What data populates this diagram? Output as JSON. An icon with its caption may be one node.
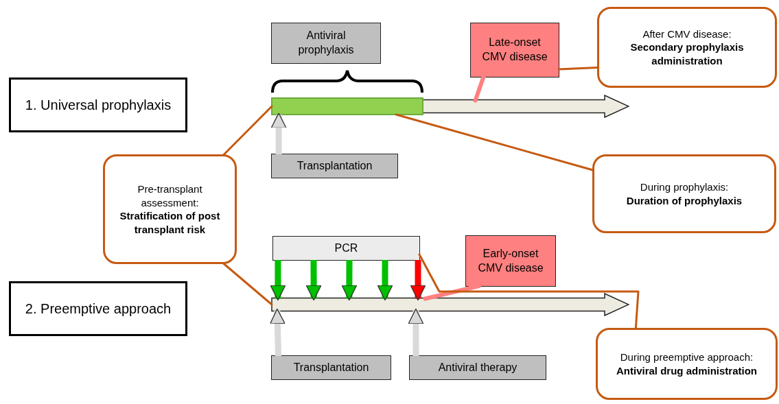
{
  "diagram": {
    "nodes": [
      {
        "text": [
          "Antiviral prophylaxis"
        ]
      },
      {
        "text": [
          "Late-onset CMV disease"
        ]
      },
      {
        "text": [
          "After CMV disease:",
          "Secondary prophylaxis administration"
        ]
      },
      {
        "text": [
          "1. Universal prophylaxis"
        ]
      },
      {
        "text": [],
        "shape": "arrow"
      },
      {
        "text": [],
        "shape": "bar",
        "in": 4
      },
      {
        "text": [
          "Transplantation"
        ]
      },
      {
        "text": [
          "During prophylaxis:",
          "Duration of prophylaxis"
        ]
      },
      {
        "text": [
          "Pre-transplant assessment:",
          "Stratification of post transplant risk"
        ]
      },
      {
        "text": [
          "PCR"
        ]
      },
      {
        "text": [
          "Early-onset CMV disease"
        ]
      },
      {
        "text": [
          "2. Preemptive approach"
        ]
      },
      {
        "text": [],
        "shape": "arrow"
      },
      {
        "text": [
          "During preemptive approach:",
          "Antiviral drug administration"
        ]
      },
      {
        "text": [
          "Transplantation"
        ]
      },
      {
        "text": [
          "Antiviral therapy"
        ]
      }
    ],
    "edges": [
      {
        "from": 2,
        "to": 1,
        "arrow": "none"
      },
      {
        "from": 1,
        "to": 4,
        "arrow": "none",
        "color": "#ff8080"
      },
      {
        "from": 6,
        "to": 5,
        "arrow": "to",
        "color": "#d9d9d9"
      },
      {
        "from": 7,
        "to": 5,
        "arrow": "none"
      },
      {
        "from": 8,
        "to": 5,
        "arrow": "none"
      },
      {
        "from": 8,
        "to": 12,
        "arrow": "none"
      },
      {
        "from": 9,
        "to": 12,
        "arrow": "to",
        "color": "#00c000"
      },
      {
        "from": 9,
        "to": 12,
        "arrow": "to",
        "color": "#00c000"
      },
      {
        "from": 9,
        "to": 12,
        "arrow": "to",
        "color": "#00c000"
      },
      {
        "from": 9,
        "to": 12,
        "arrow": "to",
        "color": "#00c000"
      },
      {
        "from": 9,
        "to": 12,
        "arrow": "to",
        "color": "#ff0000"
      },
      {
        "from": 10,
        "to": 12,
        "arrow": "none",
        "color": "#ff8080"
      },
      {
        "from": 13,
        "to": 9,
        "arrow": "none"
      },
      {
        "from": 14,
        "to": 12,
        "arrow": "to",
        "color": "#d9d9d9"
      },
      {
        "from": 15,
        "to": 12,
        "arrow": "to",
        "color": "#d9d9d9"
      }
    ]
  }
}
